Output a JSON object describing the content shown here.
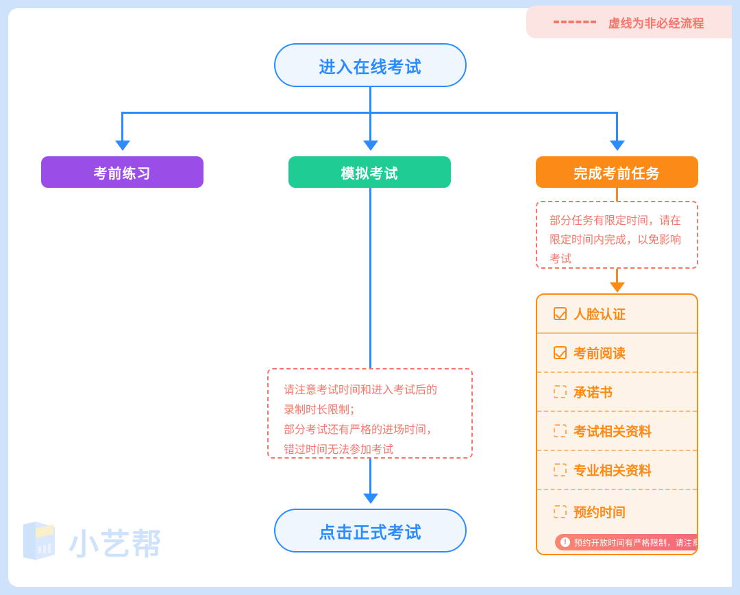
{
  "legend": {
    "text": "虚线为非必经流程",
    "dash_color": "#F4776B",
    "background": "#FCE4E2"
  },
  "flow": {
    "entry_node": {
      "label": "进入在线考试",
      "fill": "#EFF6FE",
      "border": "#2B8CFF",
      "text_color": "#2B8CFF"
    },
    "branches": [
      {
        "label": "考前练习",
        "color": "#9B4DE8"
      },
      {
        "label": "模拟考试",
        "color": "#1FCC94"
      },
      {
        "label": "完成考前任务",
        "color": "#FB8A17"
      }
    ],
    "task_note": "部分任务有限定时间，请在限定时间内完成，以免影响考试",
    "mock_note": "请注意考试时间和进入考试后的录制时长限制；\n部分考试还有严格的进场时间，错过时间无法参加考试",
    "mock_note_lines": [
      "请注意考试时间和进入考试后的",
      "录制时长限制；",
      "部分考试还有严格的进场时间，",
      "错过时间无法参加考试"
    ],
    "final_node": {
      "label": "点击正式考试",
      "fill": "#EFF6FE",
      "border": "#2B8CFF",
      "text_color": "#2B8CFF"
    }
  },
  "checklist": {
    "accent": "#FB8A17",
    "background": "#FEF3E9",
    "items": [
      {
        "label": "人脸认证",
        "checked": true
      },
      {
        "label": "考前阅读",
        "checked": true
      },
      {
        "label": "承诺书",
        "checked": false
      },
      {
        "label": "考试相关资料",
        "checked": false
      },
      {
        "label": "专业相关资料",
        "checked": false
      },
      {
        "label": "预约时间",
        "checked": false
      }
    ],
    "badge": {
      "icon": "!",
      "text": "预约开放时间有严格限制，请注意"
    }
  },
  "watermark": {
    "text": "小艺帮",
    "color": "#CFE2FB"
  }
}
